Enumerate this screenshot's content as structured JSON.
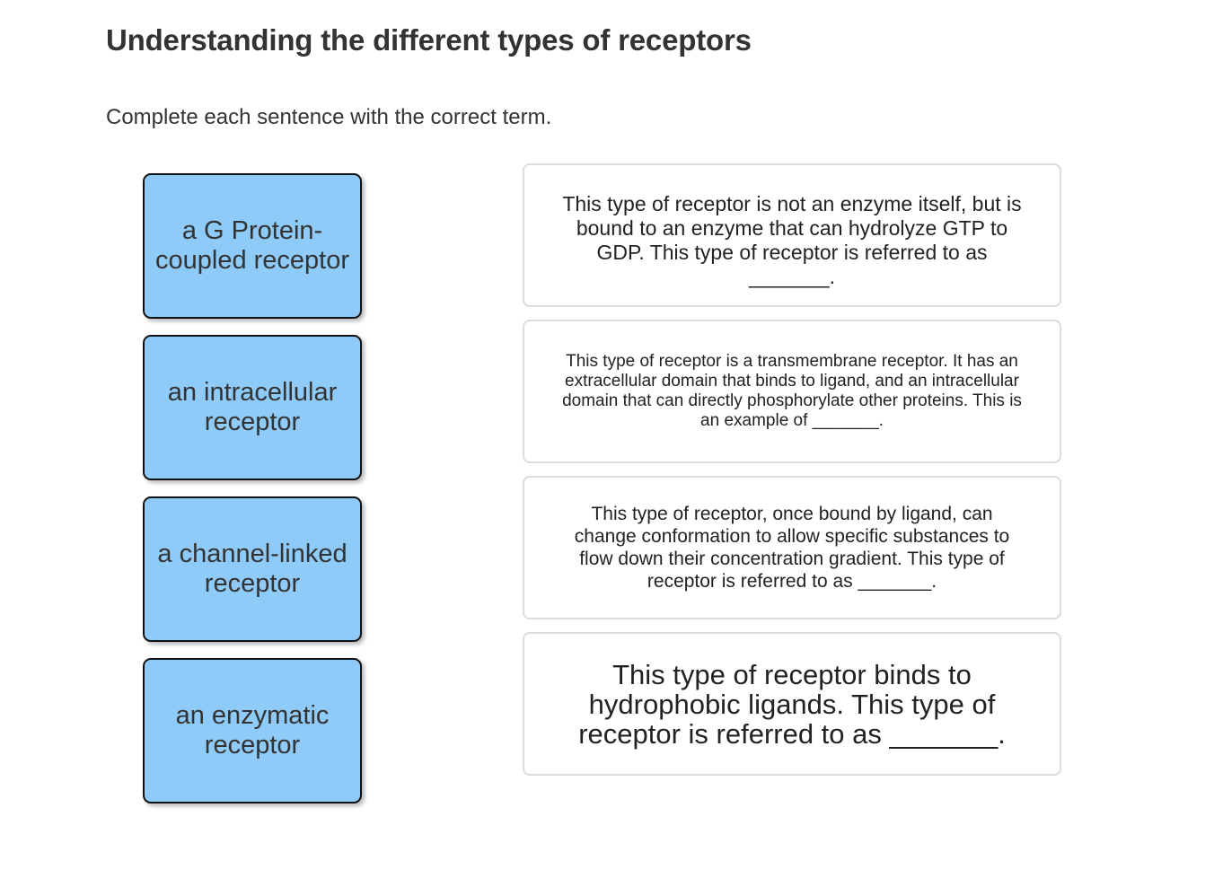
{
  "page": {
    "title": "Understanding the different types of receptors",
    "instructions": "Complete each sentence with the correct term."
  },
  "terms": [
    {
      "label": "a G Protein-coupled receptor"
    },
    {
      "label": "an intracellular receptor"
    },
    {
      "label": "a channel-linked receptor"
    },
    {
      "label": "an enzymatic receptor"
    }
  ],
  "targets": [
    {
      "text": "This type of receptor is not an enzyme itself, but is bound to an enzyme that can hydrolyze GTP to GDP.  This type of receptor is referred to as _______."
    },
    {
      "text": "This type of receptor is a transmembrane receptor.  It has an extracellular domain that binds to ligand, and an intracellular domain that can directly phosphorylate other proteins.  This is an example of _______."
    },
    {
      "text": "This type of receptor, once bound by ligand, can change conformation to allow specific substances to flow down their concentration gradient.  This type of receptor is referred to as _______."
    },
    {
      "text": "This type of receptor binds to hydrophobic ligands.  This type of receptor is referred to as _______."
    }
  ],
  "colors": {
    "term_fill": "#8ecbf8",
    "term_border": "#111111",
    "target_border": "#dcdcdc",
    "text": "#333333"
  }
}
